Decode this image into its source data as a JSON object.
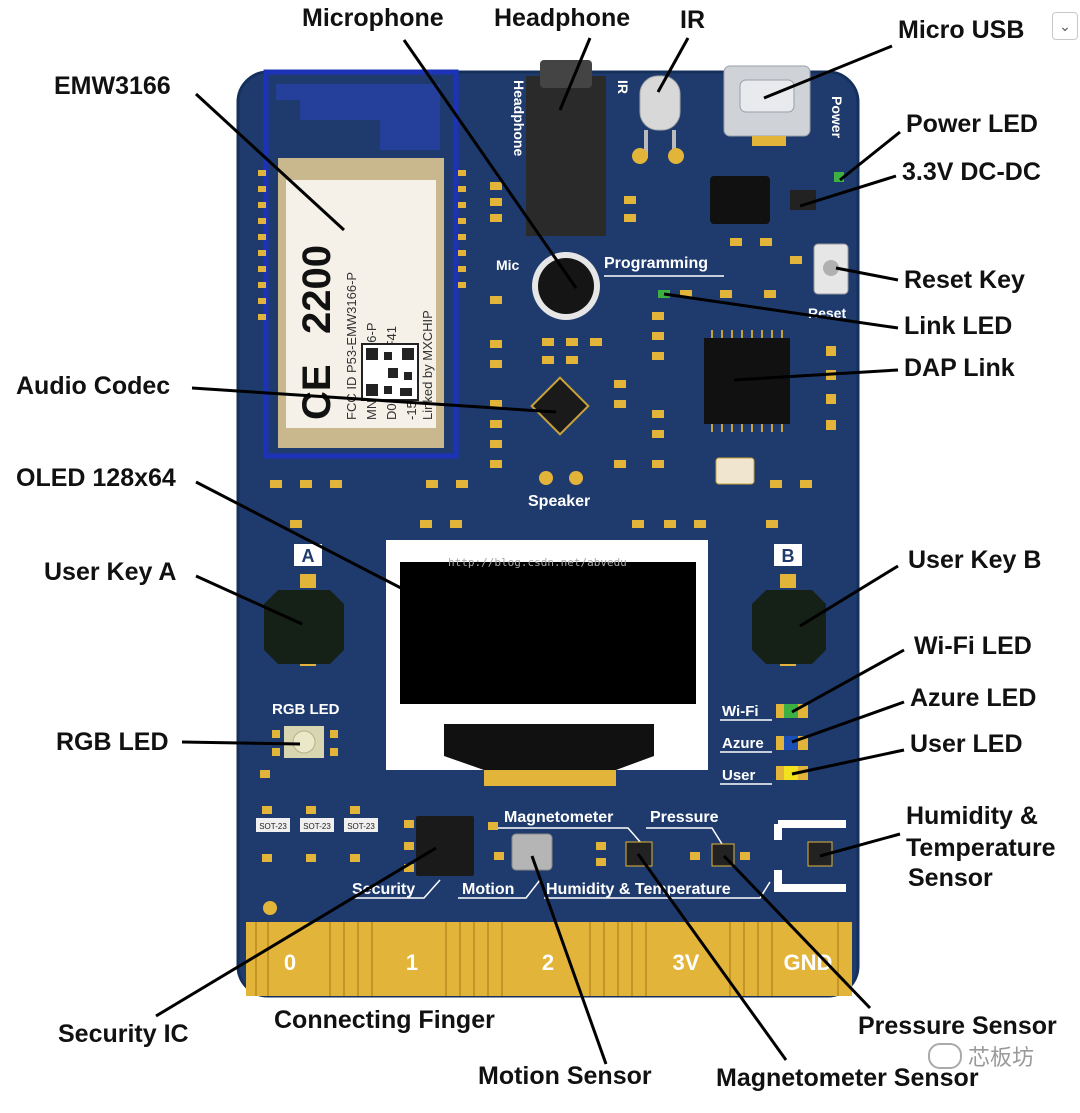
{
  "labels": {
    "microphone": "Microphone",
    "headphone": "Headphone",
    "ir": "IR",
    "micro_usb": "Micro USB",
    "emw3166": "EMW3166",
    "power_led": "Power LED",
    "dcdc": "3.3V DC-DC",
    "reset_key": "Reset Key",
    "link_led": "Link LED",
    "audio_codec": "Audio Codec",
    "dap_link": "DAP Link",
    "oled": "OLED 128x64",
    "user_key_a": "User Key A",
    "user_key_b": "User Key B",
    "wifi_led": "Wi-Fi LED",
    "azure_led": "Azure LED",
    "user_led": "User LED",
    "rgb_led": "RGB LED",
    "humidity_line1": "Humidity &",
    "humidity_line2": "Temperature",
    "humidity_line3": "Sensor",
    "security_ic": "Security IC",
    "connecting_finger": "Connecting Finger",
    "pressure_sensor": "Pressure Sensor",
    "motion_sensor": "Motion Sensor",
    "magnetometer_sensor": "Magnetometer Sensor"
  },
  "board_silk": {
    "headphone": "Headphone",
    "ir": "IR",
    "power": "Power",
    "mic": "Mic",
    "programming": "Programming",
    "reset": "Reset",
    "speaker": "Speaker",
    "key_a": "A",
    "key_b": "B",
    "rgb_led": "RGB LED",
    "wifi": "Wi-Fi",
    "azure": "Azure",
    "user": "User",
    "magnetometer": "Magnetometer",
    "pressure": "Pressure",
    "security": "Security",
    "motion": "Motion",
    "humidity_temperature": "Humidity & Temperature",
    "sot23": "SOT-23",
    "url": "http://blog.csdn.net/abvedu"
  },
  "module_text": {
    "ce_number": "2200",
    "ce_mark": "CE",
    "line1": "FCC ID P53-EMW3166-P",
    "line2": "MN EMW3166-P",
    "line3": "D0BAE4034F41",
    "line4": "-1531",
    "line5": "Linked by MXCHIP"
  },
  "pins": [
    "0",
    "1",
    "2",
    "3V",
    "GND"
  ],
  "watermark": "芯板坊",
  "colors": {
    "board": "#1f3b6e",
    "board_edge": "#16305c",
    "gold": "#e2b43a",
    "module_outline": "#1c33b8"
  }
}
